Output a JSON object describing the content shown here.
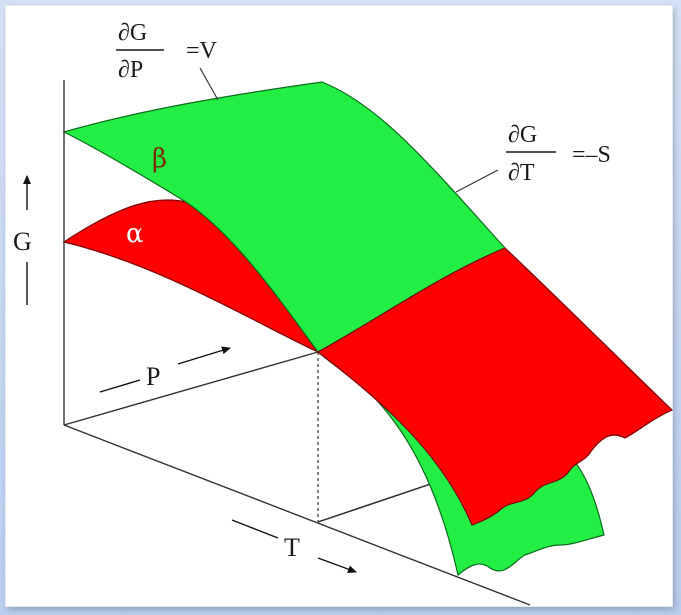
{
  "diagram": {
    "axis_g_label": "G",
    "axis_p_label": "P",
    "axis_t_label": "T",
    "phase_beta_label": "β",
    "phase_alpha_label": "α",
    "deriv_p": {
      "numerator": "∂G",
      "denominator": "∂P",
      "rhs": "=V"
    },
    "deriv_t": {
      "numerator": "∂G",
      "denominator": "∂T",
      "rhs": "=–S"
    }
  },
  "colors": {
    "beta_surface": "#22ee44",
    "alpha_surface": "#ff0000",
    "frame_background": "#c9d8f0",
    "panel_background": "#ffffff",
    "ink": "#1a1a1a"
  }
}
